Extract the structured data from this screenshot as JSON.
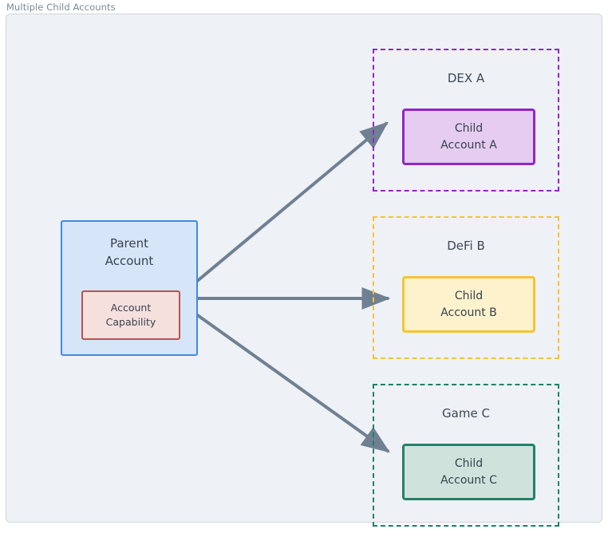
{
  "panel": {
    "title": "Multiple Child Accounts",
    "background_color": "#eef1f5",
    "border_color": "#cdd7e1"
  },
  "diagram": {
    "type": "flow-diagram",
    "parent": {
      "label_line1": "Parent",
      "label_line2": "Account",
      "fill_color": "#d6e5f7",
      "border_color": "#3d8ce0",
      "capability": {
        "label_line1": "Account",
        "label_line2": "Capability",
        "fill_color": "#f6e0de",
        "border_color": "#b85450"
      }
    },
    "platforms": [
      {
        "id": "dex",
        "title": "DEX A",
        "border_color": "#9325c9",
        "child": {
          "label_line1": "Child",
          "label_line2": "Account A",
          "fill_color": "#e5ccf0",
          "border_color": "#9325c9"
        }
      },
      {
        "id": "defi",
        "title": "DeFi B",
        "border_color": "#f5c433",
        "child": {
          "label_line1": "Child",
          "label_line2": "Account B",
          "fill_color": "#fdf2cc",
          "border_color": "#f5c433"
        }
      },
      {
        "id": "game",
        "title": "Game C",
        "border_color": "#1f8168",
        "child": {
          "label_line1": "Child",
          "label_line2": "Account C",
          "fill_color": "#cfe3dc",
          "border_color": "#25806b"
        }
      }
    ],
    "connectors": {
      "color": "#6f8092",
      "count": 3
    }
  }
}
